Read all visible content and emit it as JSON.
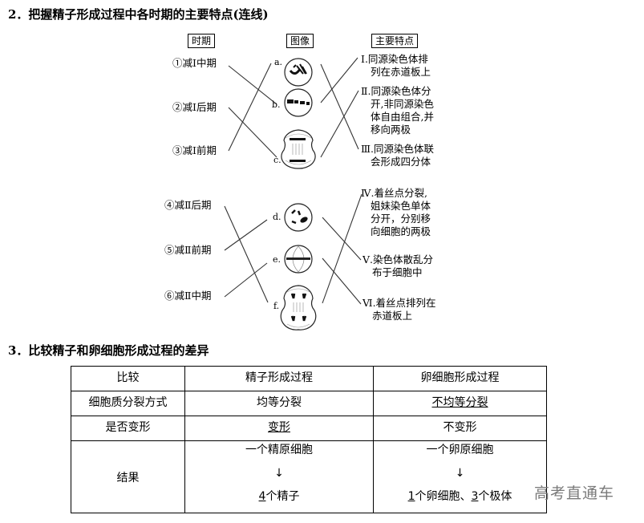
{
  "section2": {
    "title": "2．把握精子形成过程中各时期的主要特点(连线)",
    "headers": {
      "period": "时期",
      "image": "图像",
      "feature": "主要特点"
    },
    "group1": {
      "periods": [
        "①减Ⅰ中期",
        "②减Ⅰ后期",
        "③减Ⅰ前期"
      ],
      "images": [
        "a.",
        "b.",
        "c."
      ],
      "features": [
        [
          "Ⅰ.同源染色体排",
          "列在赤道板上"
        ],
        [
          "Ⅱ.同源染色体分",
          "开,非同源染色",
          "体自由组合,并",
          "移向两极"
        ],
        [
          "Ⅲ.同源染色体联",
          "会形成四分体"
        ]
      ],
      "links_period_image": [
        [
          "①",
          "b"
        ],
        [
          "②",
          "c"
        ],
        [
          "③",
          "a"
        ]
      ],
      "links_image_feature": [
        [
          "a",
          "Ⅲ"
        ],
        [
          "b",
          "Ⅰ"
        ],
        [
          "c",
          "Ⅱ"
        ]
      ]
    },
    "group2": {
      "periods": [
        "④减Ⅱ后期",
        "⑤减Ⅱ前期",
        "⑥减Ⅱ中期"
      ],
      "images": [
        "d.",
        "e.",
        "f."
      ],
      "features": [
        [
          "Ⅳ.着丝点分裂,",
          "姐妹染色单体",
          "分开，分别移",
          "向细胞的两极"
        ],
        [
          "Ⅴ.染色体散乱分",
          "布于细胞中"
        ],
        [
          "Ⅵ.着丝点排列在",
          "赤道板上"
        ]
      ],
      "links_period_image": [
        [
          "④",
          "f"
        ],
        [
          "⑤",
          "d"
        ],
        [
          "⑥",
          "e"
        ]
      ],
      "links_image_feature": [
        [
          "d",
          "Ⅴ"
        ],
        [
          "e",
          "Ⅵ"
        ],
        [
          "f",
          "Ⅳ"
        ]
      ]
    }
  },
  "section3": {
    "title": "3．比较精子和卵细胞形成过程的差异",
    "table": {
      "header": [
        "比较",
        "精子形成过程",
        "卵细胞形成过程"
      ],
      "rows": [
        {
          "label": "细胞质分裂方式",
          "sperm": "均等分裂",
          "egg": "不均等分裂"
        },
        {
          "label": "是否变形",
          "sperm": "变形",
          "egg": "不变形"
        }
      ],
      "result": {
        "label": "结果",
        "sperm": {
          "start": "一个精原细胞",
          "arrow": "↓",
          "count": "4",
          "end": "个精子"
        },
        "egg": {
          "start": "一个卵原细胞",
          "arrow": "↓",
          "count1": "1",
          "mid": "个卵细胞、",
          "count2": "3",
          "end": "个极体"
        }
      }
    }
  },
  "watermark": "高考直通车"
}
